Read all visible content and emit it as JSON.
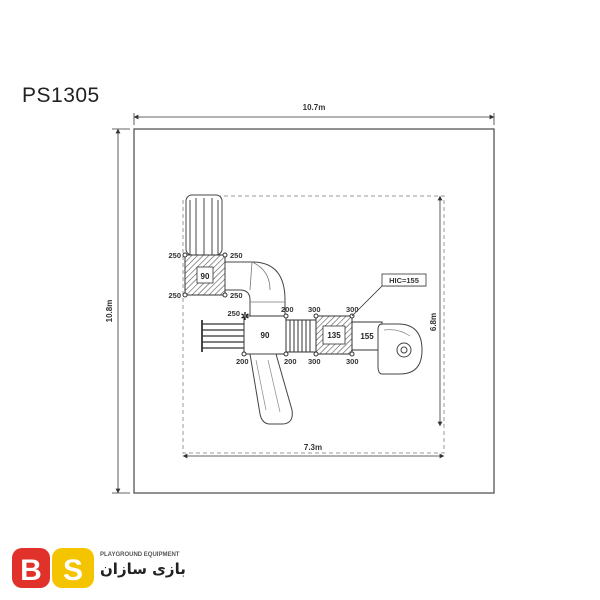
{
  "title": "PS1305",
  "dimensions": {
    "outer_width": "10.7m",
    "outer_height": "10.8m",
    "inner_width": "7.3m",
    "inner_height": "6.8m"
  },
  "decks": {
    "deck_a": "90",
    "deck_b": "90",
    "deck_c": "135",
    "deck_d": "155"
  },
  "posts": {
    "a_tl": "250",
    "a_tr": "250",
    "a_bl": "250",
    "a_br": "250",
    "b_tl": "250",
    "b_tr": "200",
    "b_bl": "200",
    "b_br": "200",
    "c_tl": "300",
    "c_tr": "300",
    "c_bl": "300",
    "c_br": "300"
  },
  "hic_label": "HIC=155",
  "logo": {
    "letters": "BS",
    "subtitle": "PLAYGROUND EQUIPMENT",
    "name_fa": "بازی سازان",
    "brand_red": "#e0322a",
    "brand_yellow": "#f5c400"
  }
}
